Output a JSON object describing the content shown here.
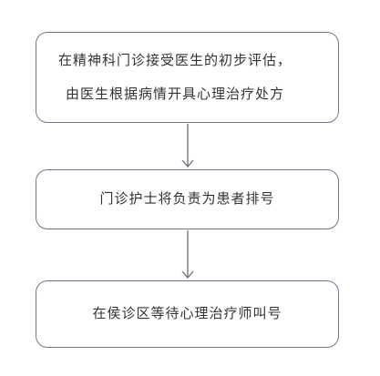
{
  "flow": {
    "step1": {
      "line1": "在精神科门诊接受医生的初步评估，",
      "line2": "由医生根据病情开具心理治疗处方"
    },
    "step2": {
      "text": "门诊护士将负责为患者排号"
    },
    "step3": {
      "text": "在侯诊区等待心理治疗师叫号"
    }
  },
  "colors": {
    "border": "#6f7990",
    "arrow": "#6f6f6f",
    "text": "#333333"
  }
}
